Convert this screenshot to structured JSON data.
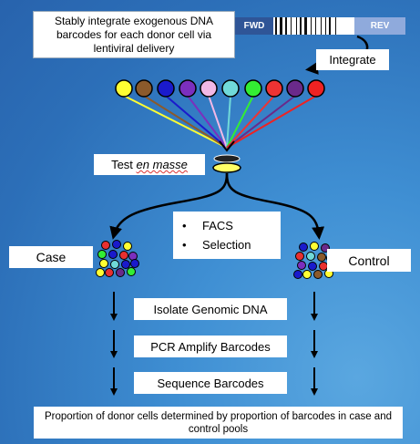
{
  "intro_text": "Stably integrate exogenous DNA barcodes for each donor cell via lentiviral delivery",
  "barcode": {
    "fwd": "FWD",
    "rev": "REV"
  },
  "integrate_label": "Integrate",
  "test_label_prefix": "Test ",
  "test_label_emphasis": "en masse",
  "case_label": "Case",
  "control_label": "Control",
  "facs_items": [
    "FACS",
    "Selection"
  ],
  "bullet": "•",
  "steps": [
    "Isolate Genomic DNA",
    "PCR Amplify Barcodes",
    "Sequence Barcodes"
  ],
  "final_text": "Proportion of donor cells determined by proportion of barcodes in case and control pools",
  "cell_colors": [
    "#ffff33",
    "#8b5a2b",
    "#1a1acc",
    "#7b2fbe",
    "#f2b8e6",
    "#70d9d9",
    "#33ee33",
    "#ee3333",
    "#6a2a8a",
    "#ee2222"
  ],
  "line_colors": [
    "#ffff33",
    "#8b5a2b",
    "#1a1acc",
    "#7b2fbe",
    "#f2b8e6",
    "#70d9d9",
    "#33ee33",
    "#ee3333",
    "#6a2a8a",
    "#ee2222"
  ],
  "pool_colors": {
    "case": [
      "#e83030",
      "#1a1acc",
      "#ffff33",
      "#33ee33",
      "#1a1acc",
      "#e83030",
      "#7b2fbe",
      "#ffff33",
      "#70d9d9",
      "#1a1acc",
      "#e83030",
      "#6a2a8a",
      "#33ee33",
      "#ffff33",
      "#1a1acc"
    ],
    "control": [
      "#1a1acc",
      "#ffff33",
      "#6a2a8a",
      "#e83030",
      "#70d9d9",
      "#8b5a2b",
      "#33ee33",
      "#7b2fbe",
      "#1a1acc",
      "#e83030",
      "#ffff33",
      "#8b5a2b",
      "#ffff33",
      "#1a1acc",
      "#111111"
    ]
  }
}
